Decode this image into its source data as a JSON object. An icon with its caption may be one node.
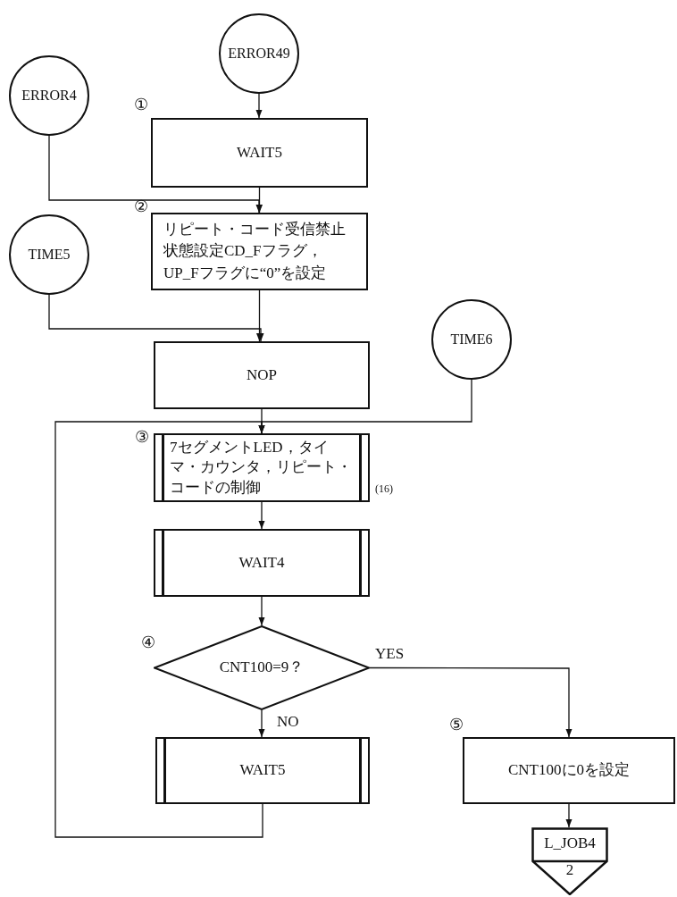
{
  "diagram": {
    "nodes": [
      {
        "text": [
          "ERROR49"
        ]
      },
      {
        "text": [
          "ERROR4"
        ]
      },
      {
        "text": [
          "WAIT5"
        ]
      },
      {
        "text": [
          "リピート・コード受信禁止状態設定CD_Fフラグ，UP_Fフラグに“0”を設定"
        ]
      },
      {
        "text": [
          "TIME5"
        ]
      },
      {
        "text": [
          "NOP"
        ]
      },
      {
        "text": [
          "TIME6"
        ]
      },
      {
        "text": [
          "7セグメントLED，タイマ・カウンタ，リピート・コードの制御"
        ],
        "beside": [
          "(16)"
        ]
      },
      {
        "text": [
          "WAIT4"
        ]
      },
      {
        "text": [
          "CNT100=9？"
        ]
      },
      {
        "text": [
          "WAIT5"
        ]
      },
      {
        "text": [
          "CNT100に0を設定"
        ]
      },
      {
        "text": [
          "L_JOB4",
          "2"
        ]
      }
    ],
    "edges": [
      {
        "from": 0,
        "to": 2,
        "arrow": "to"
      },
      {
        "from": 2,
        "to": 3,
        "arrow": "to"
      },
      {
        "from": 1,
        "to": 3,
        "arrow": "to"
      },
      {
        "from": 3,
        "to": 5,
        "arrow": "to"
      },
      {
        "from": 4,
        "to": 5,
        "arrow": "to"
      },
      {
        "from": 5,
        "to": 7,
        "arrow": "to"
      },
      {
        "from": 6,
        "to": 7,
        "arrow": "to"
      },
      {
        "from": 10,
        "to": 7,
        "arrow": "to"
      },
      {
        "from": 7,
        "to": 8,
        "arrow": "to"
      },
      {
        "from": 8,
        "to": 9,
        "arrow": "to"
      },
      {
        "from": 9,
        "to": 10,
        "arrow": "to",
        "label": "NO"
      },
      {
        "from": 9,
        "to": 11,
        "arrow": "to",
        "label": "YES"
      },
      {
        "from": 11,
        "to": 12,
        "arrow": "to"
      }
    ],
    "labels": [
      "①",
      "②",
      "③",
      "④",
      "⑤"
    ]
  }
}
